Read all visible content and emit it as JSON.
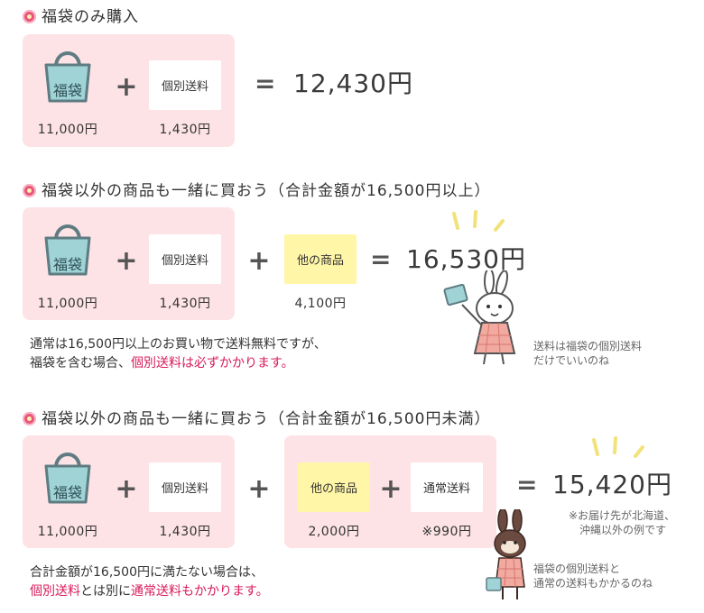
{
  "section1": {
    "heading": "福袋のみ購入",
    "bag_label": "福袋",
    "bag_price": "11,000円",
    "shipping_label": "個別送料",
    "shipping_price": "1,430円",
    "total": "12,430円"
  },
  "section2": {
    "heading": "福袋以外の商品も一緒に買おう（合計金額が16,500円以上）",
    "bag_label": "福袋",
    "bag_price": "11,000円",
    "shipping_label": "個別送料",
    "shipping_price": "1,430円",
    "other_label": "他の商品",
    "other_price": "4,100円",
    "total": "16,530円",
    "note_line1": "通常は16,500円以上のお買い物で送料無料ですが、",
    "note_line2_a": "福袋を含む場合、",
    "note_line2_b": "個別送料は必ずかかります。",
    "side_note_line1": "送料は福袋の個別送料",
    "side_note_line2": "だけでいいのね"
  },
  "section3": {
    "heading": "福袋以外の商品も一緒に買おう（合計金額が16,500円未満）",
    "bag_label": "福袋",
    "bag_price": "11,000円",
    "shipping_label": "個別送料",
    "shipping_price": "1,430円",
    "other_label": "他の商品",
    "other_price": "2,000円",
    "normal_shipping_label": "通常送料",
    "normal_shipping_price": "※990円",
    "total": "15,420円",
    "total_note_line1": "※お届け先が北海道、",
    "total_note_line2": "沖縄以外の例です",
    "note_line1": "合計金額が16,500円に満たない場合は、",
    "note_line2_a": "個別送料",
    "note_line2_b": "とは別に",
    "note_line2_c": "通常送料もかかります。",
    "side_note_line1": "福袋の個別送料と",
    "side_note_line2": "通常の送料もかかるのね"
  },
  "colors": {
    "panel": "#fde3e6",
    "yellow_card": "#fff6a8",
    "bag": "#9fd3d6",
    "accent_red": "#d81b5a"
  }
}
